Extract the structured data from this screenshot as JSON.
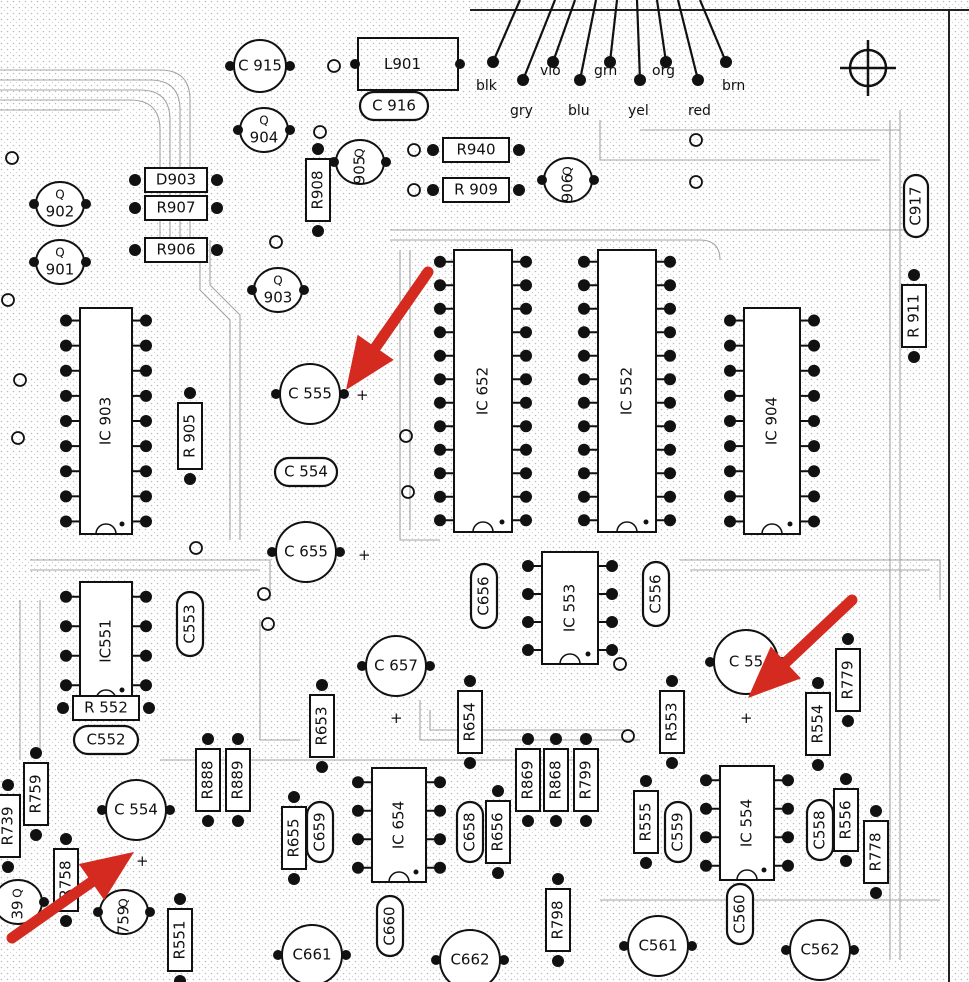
{
  "wire_colors": [
    "blk",
    "gry",
    "vio",
    "blu",
    "grn",
    "yel",
    "org",
    "red",
    "brn"
  ],
  "ics": [
    {
      "id": "ic903",
      "label": "IC 903"
    },
    {
      "id": "ic652",
      "label": "IC 652"
    },
    {
      "id": "ic552",
      "label": "IC 552"
    },
    {
      "id": "ic904",
      "label": "IC 904"
    },
    {
      "id": "ic551",
      "label": "IC551"
    },
    {
      "id": "ic553",
      "label": "IC 553"
    },
    {
      "id": "ic654",
      "label": "IC 654"
    },
    {
      "id": "ic554",
      "label": "IC 554"
    }
  ],
  "transistors": [
    {
      "id": "q902",
      "top": "Q",
      "num": "902"
    },
    {
      "id": "q901",
      "top": "Q",
      "num": "901"
    },
    {
      "id": "q904",
      "top": "Q",
      "num": "904"
    },
    {
      "id": "q903",
      "top": "Q",
      "num": "903"
    },
    {
      "id": "q905",
      "top": "Q",
      "num": "905"
    },
    {
      "id": "q906",
      "top": "Q",
      "num": "906"
    },
    {
      "id": "q739",
      "top": "Q",
      "num": "39"
    },
    {
      "id": "q759",
      "top": "Q",
      "num": "759"
    }
  ],
  "caps_round": [
    "C 915",
    "C 555",
    "C 655",
    "C 657",
    "C 554",
    "C 55",
    "C661",
    "C662",
    "C561",
    "C562"
  ],
  "caps_oval": [
    "C 916",
    "C 554",
    "C917",
    "C553",
    "C656",
    "C556",
    "C552",
    "C659",
    "C658",
    "C660",
    "C559",
    "C558",
    "C560"
  ],
  "resistors": [
    "D903",
    "R907",
    "R906",
    "R940",
    "R 909",
    "R908",
    "R 905",
    "R 911",
    "R 552",
    "R888",
    "R889",
    "R653",
    "R654",
    "R553",
    "R554",
    "R779",
    "R869",
    "R868",
    "R799",
    "R655",
    "R656",
    "R555",
    "R556",
    "R778",
    "R739",
    "R759",
    "R758",
    "R551",
    "R798"
  ],
  "coil": "L901",
  "polarity": "+",
  "annotation_color": "#d42a1f"
}
